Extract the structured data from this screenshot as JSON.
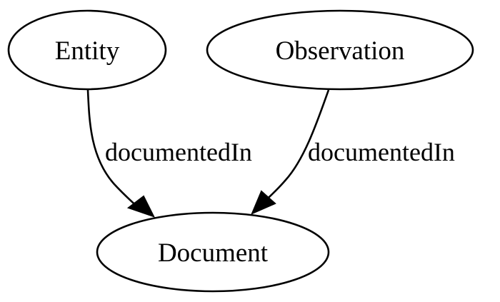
{
  "nodes": {
    "entity": {
      "label": "Entity"
    },
    "observation": {
      "label": "Observation"
    },
    "document": {
      "label": "Document"
    }
  },
  "edges": [
    {
      "from": "Entity",
      "to": "Document",
      "label": "documentedIn"
    },
    {
      "from": "Observation",
      "to": "Document",
      "label": "documentedIn"
    }
  ]
}
